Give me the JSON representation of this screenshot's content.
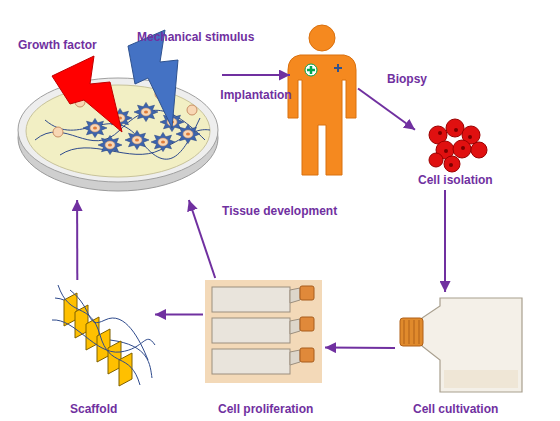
{
  "diagram": {
    "nodes": [
      {
        "text": [
          "Growth factor",
          "Mechanical stimulus"
        ]
      },
      {
        "text": [
          "Biopsy"
        ]
      },
      {
        "text": [
          "Cell isolation"
        ]
      },
      {
        "text": [
          "Cell cultivation"
        ]
      },
      {
        "text": [
          "Cell proliferation"
        ]
      },
      {
        "text": [
          "Scaffold"
        ]
      }
    ],
    "edges": [
      {
        "from": 0,
        "to": 1,
        "label": "Implantation",
        "arrow": "to"
      },
      {
        "from": 1,
        "to": 2,
        "arrow": "to"
      },
      {
        "from": 2,
        "to": 3,
        "arrow": "to"
      },
      {
        "from": 3,
        "to": 4,
        "arrow": "to"
      },
      {
        "from": 4,
        "to": 5,
        "arrow": "to"
      },
      {
        "from": 5,
        "to": 0,
        "arrow": "to"
      },
      {
        "from": 4,
        "to": 0,
        "label": "Tissue development",
        "arrow": "to"
      }
    ]
  }
}
